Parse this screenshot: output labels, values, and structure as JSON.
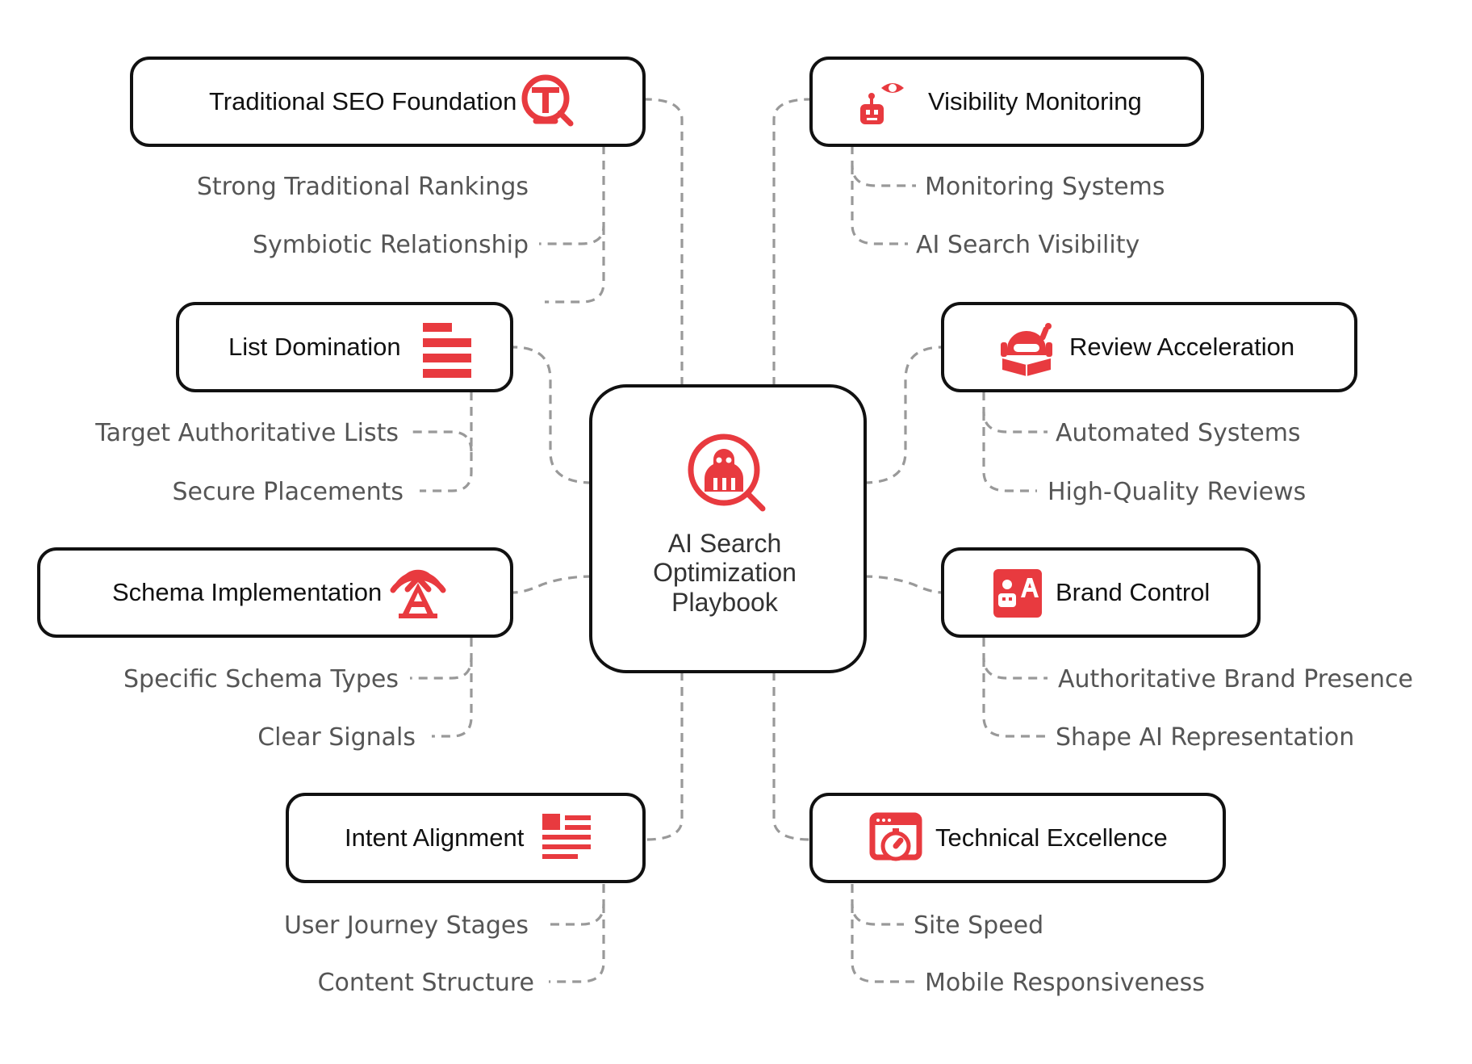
{
  "center": {
    "lines": [
      "AI Search",
      "Optimization",
      "Playbook"
    ],
    "icon": "search-magnifier-robot-icon"
  },
  "topics": [
    {
      "id": "traditional-seo",
      "label": "Traditional SEO Foundation",
      "icon": "search-t-magnifier-icon",
      "children": [
        "Strong Traditional Rankings",
        "Symbiotic Relationship"
      ]
    },
    {
      "id": "list-domination",
      "label": "List Domination",
      "icon": "bar-list-icon",
      "children": [
        "Target Authoritative Lists",
        "Secure Placements"
      ]
    },
    {
      "id": "schema-implementation",
      "label": "Schema Implementation",
      "icon": "broadcast-a-icon",
      "children": [
        "Specific Schema Types",
        "Clear Signals"
      ]
    },
    {
      "id": "intent-alignment",
      "label": "Intent Alignment",
      "icon": "article-layout-icon",
      "children": [
        "User Journey Stages",
        "Content Structure"
      ]
    },
    {
      "id": "visibility-monitoring",
      "label": "Visibility Monitoring",
      "icon": "robot-eye-icon",
      "children": [
        "Monitoring Systems",
        "AI Search Visibility"
      ]
    },
    {
      "id": "review-acceleration",
      "label": "Review Acceleration",
      "icon": "robot-reading-icon",
      "children": [
        "Automated Systems",
        "High-Quality Reviews"
      ]
    },
    {
      "id": "brand-control",
      "label": "Brand Control",
      "icon": "robot-letter-a-icon",
      "children": [
        "Authoritative Brand Presence",
        "Shape AI Representation"
      ]
    },
    {
      "id": "technical-excellence",
      "label": "Technical Excellence",
      "icon": "browser-stopwatch-icon",
      "children": [
        "Site Speed",
        "Mobile Responsiveness"
      ]
    }
  ],
  "colors": {
    "accent": "#e83a3f",
    "border": "#111111",
    "connector": "#999999",
    "leaf_text": "#555555"
  }
}
